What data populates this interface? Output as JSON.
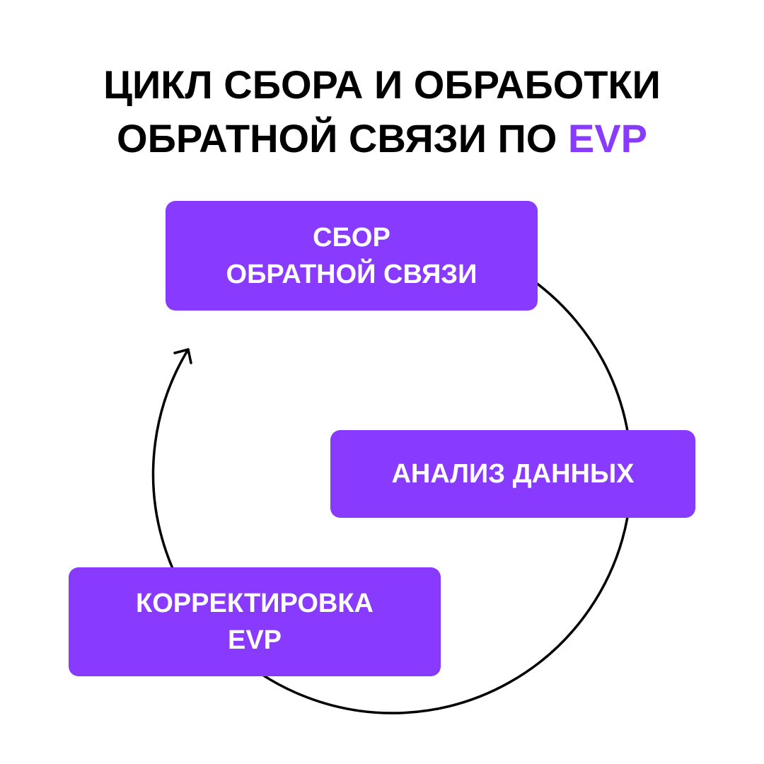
{
  "title": {
    "line1": "ЦИКЛ СБОРА И ОБРАБОТКИ",
    "line2_prefix": "ОБРАТНОЙ СВЯЗИ ПО ",
    "line2_accent": "EVP"
  },
  "colors": {
    "accent": "#883bff",
    "text": "#000000",
    "box_text": "#ffffff"
  },
  "steps": [
    {
      "line1": "СБОР",
      "line2": "ОБРАТНОЙ СВЯЗИ"
    },
    {
      "line1": "АНАЛИЗ ДАННЫХ"
    },
    {
      "line1": "КОРРЕКТИРОВКА",
      "line2": "EVP"
    }
  ],
  "connector": {
    "type": "circular-cycle",
    "direction": "clockwise",
    "arrowhead": "arrow-icon"
  }
}
